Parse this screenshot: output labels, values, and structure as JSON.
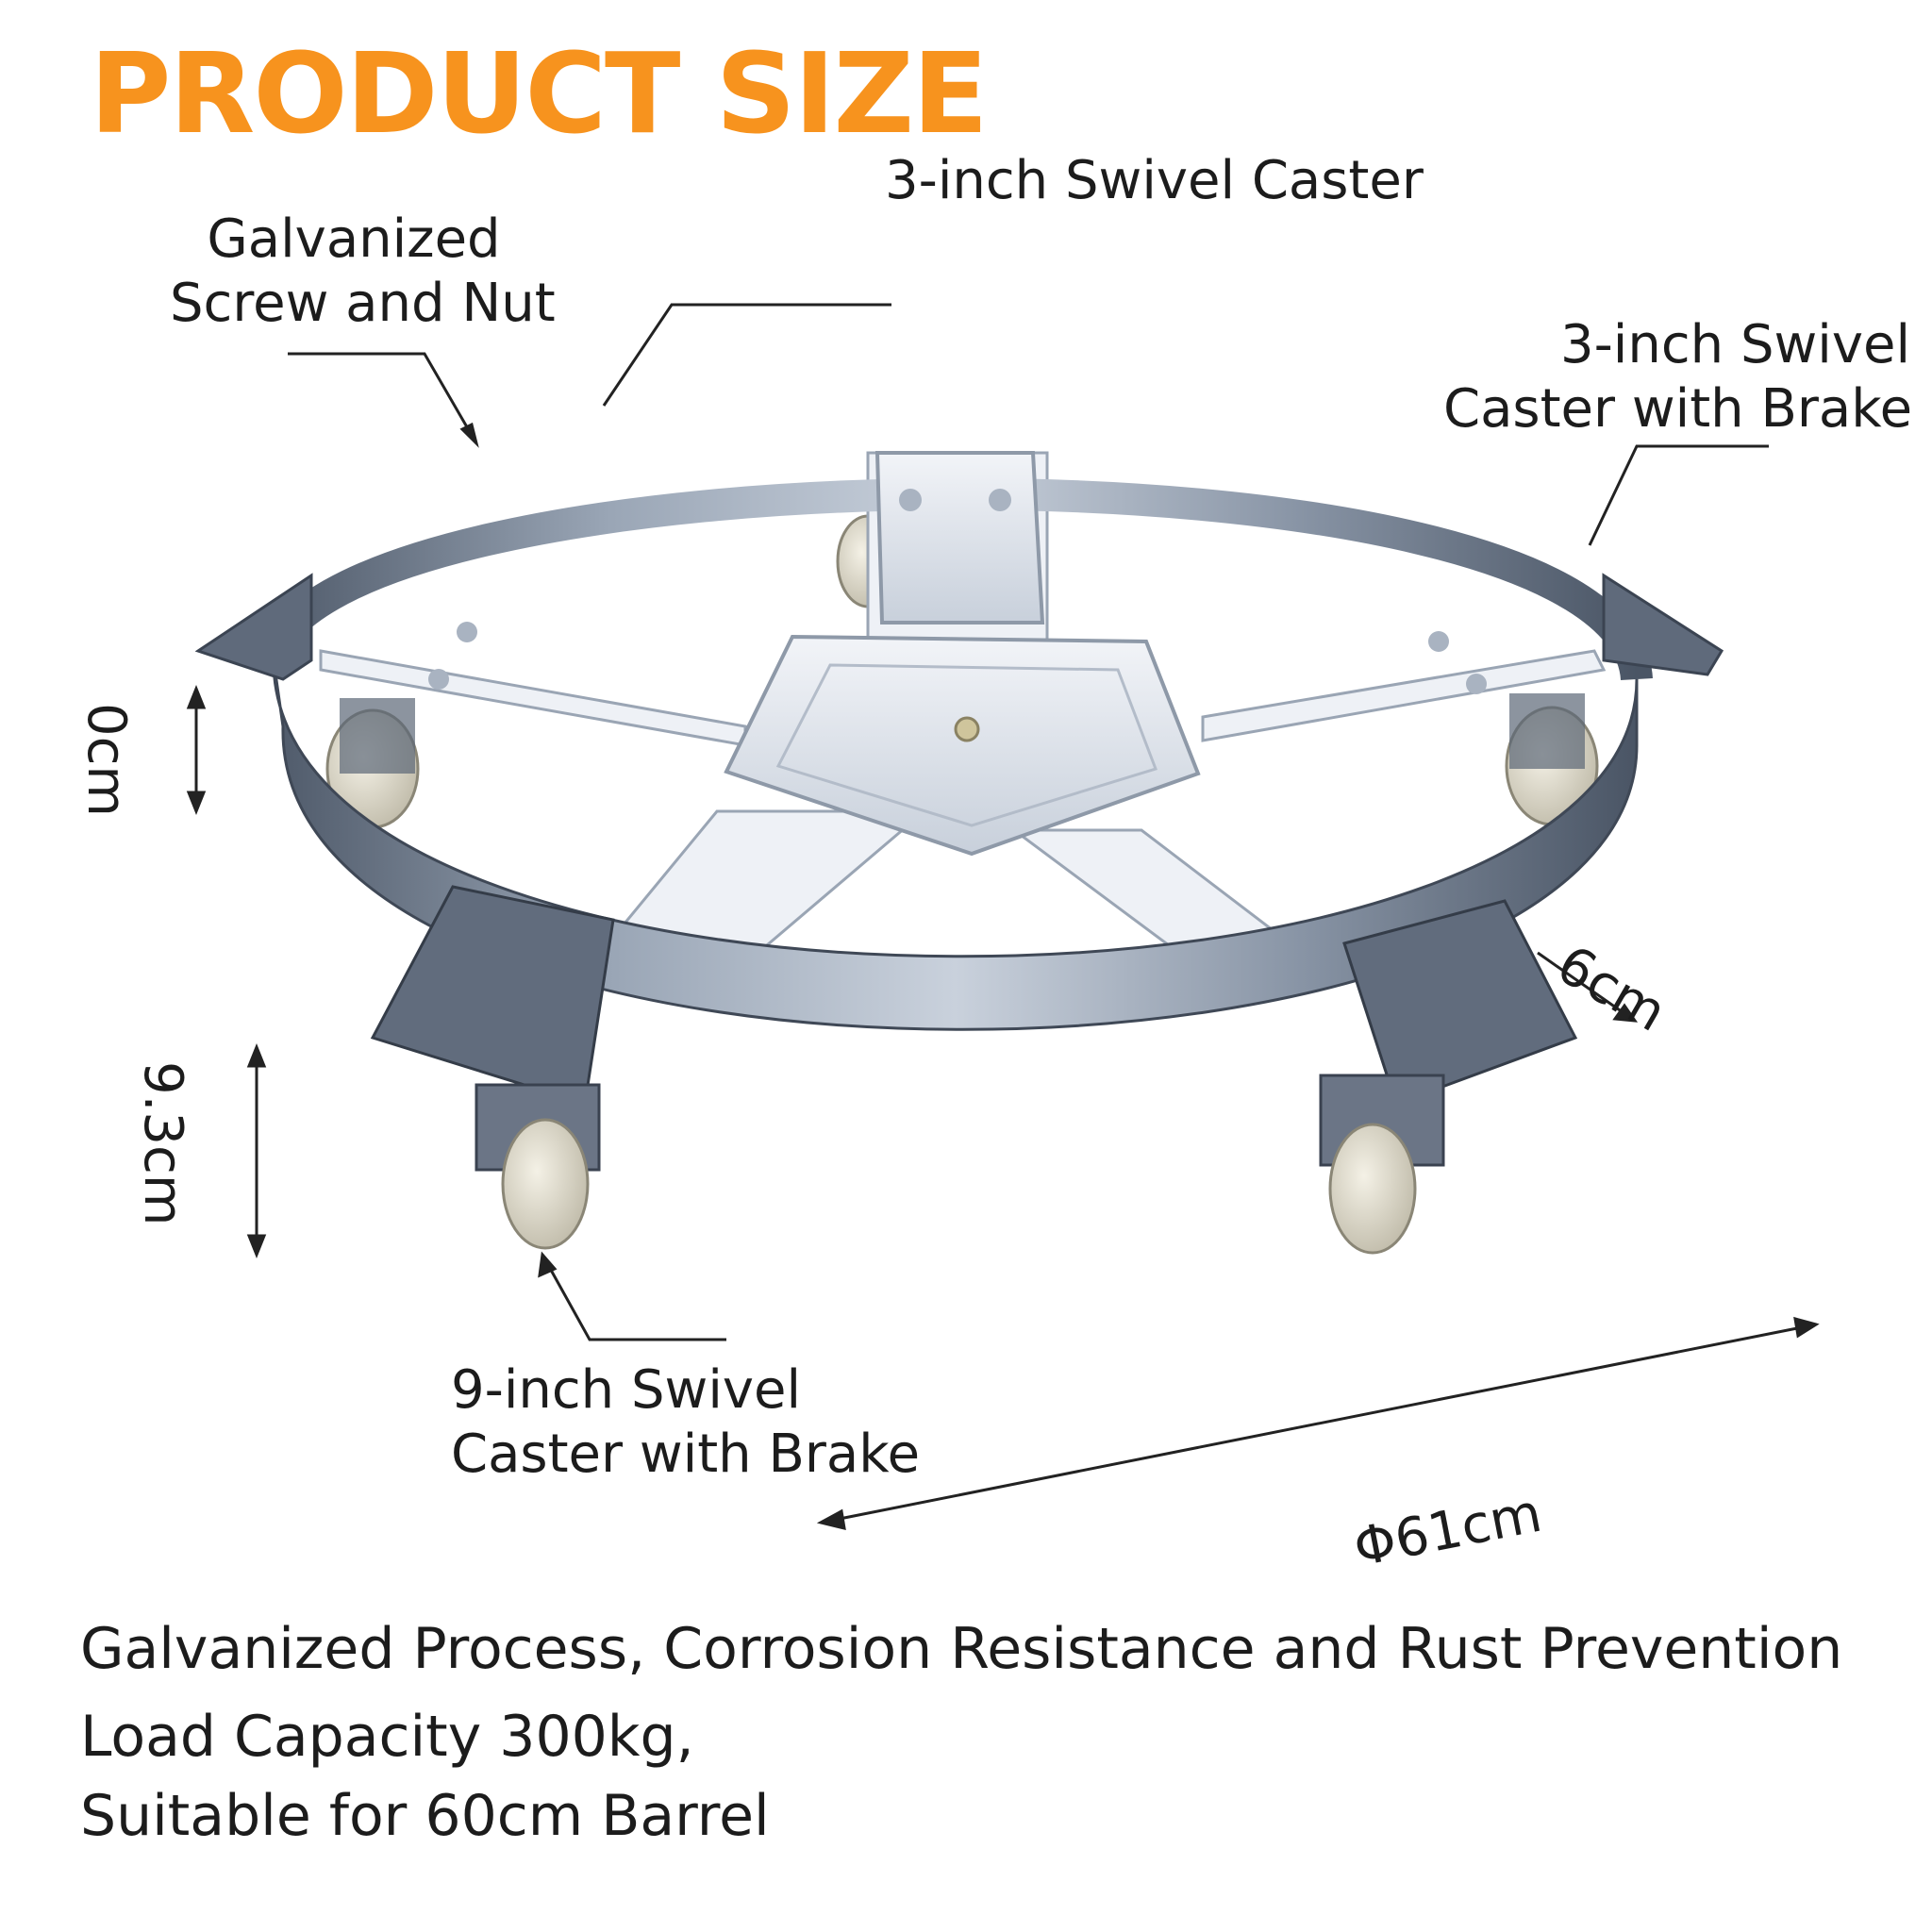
{
  "header": {
    "title": "PRODUCT SIZE"
  },
  "callouts": {
    "top_caster": "3-inch Swivel Caster",
    "screw_nut_line1": "Galvanized",
    "screw_nut_line2": "Screw and Nut",
    "right_caster_line1": "3-inch Swivel",
    "right_caster_line2": "Caster with Brake",
    "bottom_caster_line1": "9-inch Swivel",
    "bottom_caster_line2": "Caster with Brake"
  },
  "dimensions": {
    "ring_height": "0cm",
    "total_height": "9.3cm",
    "band_width": "6cm",
    "diameter": "Φ61cm"
  },
  "features": {
    "line1": "Galvanized Process, Corrosion Resistance and Rust Prevention",
    "line2": "Load Capacity 300kg,",
    "line3": "Suitable for 60cm Barrel"
  },
  "colors": {
    "title": "#f7931e",
    "steel": "#8a97a8",
    "steel_dark": "#4e5a6b",
    "plate": "#dde3ec",
    "wheel": "#e6e2d4"
  }
}
